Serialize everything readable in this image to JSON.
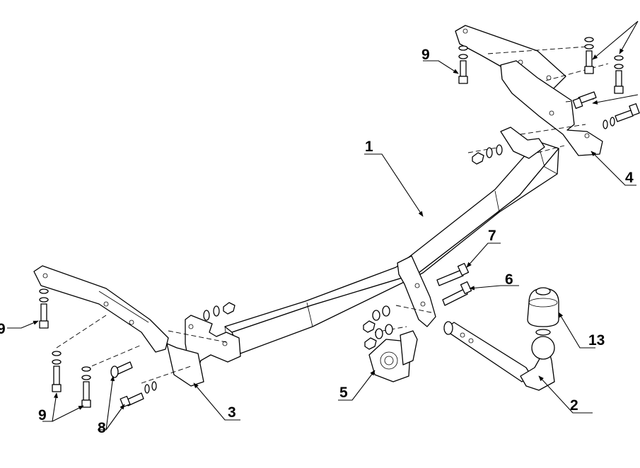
{
  "diagram": {
    "type": "exploded-assembly-drawing",
    "callouts": [
      {
        "id": "c1",
        "label": "1"
      },
      {
        "id": "c2",
        "label": "2"
      },
      {
        "id": "c3",
        "label": "3"
      },
      {
        "id": "c4",
        "label": "4"
      },
      {
        "id": "c5",
        "label": "5"
      },
      {
        "id": "c6",
        "label": "6"
      },
      {
        "id": "c7",
        "label": "7"
      },
      {
        "id": "c8",
        "label": "8"
      },
      {
        "id": "c9a",
        "label": "9"
      },
      {
        "id": "c9b",
        "label": "9"
      },
      {
        "id": "c9c",
        "label": "9"
      },
      {
        "id": "c13",
        "label": "13"
      }
    ]
  }
}
